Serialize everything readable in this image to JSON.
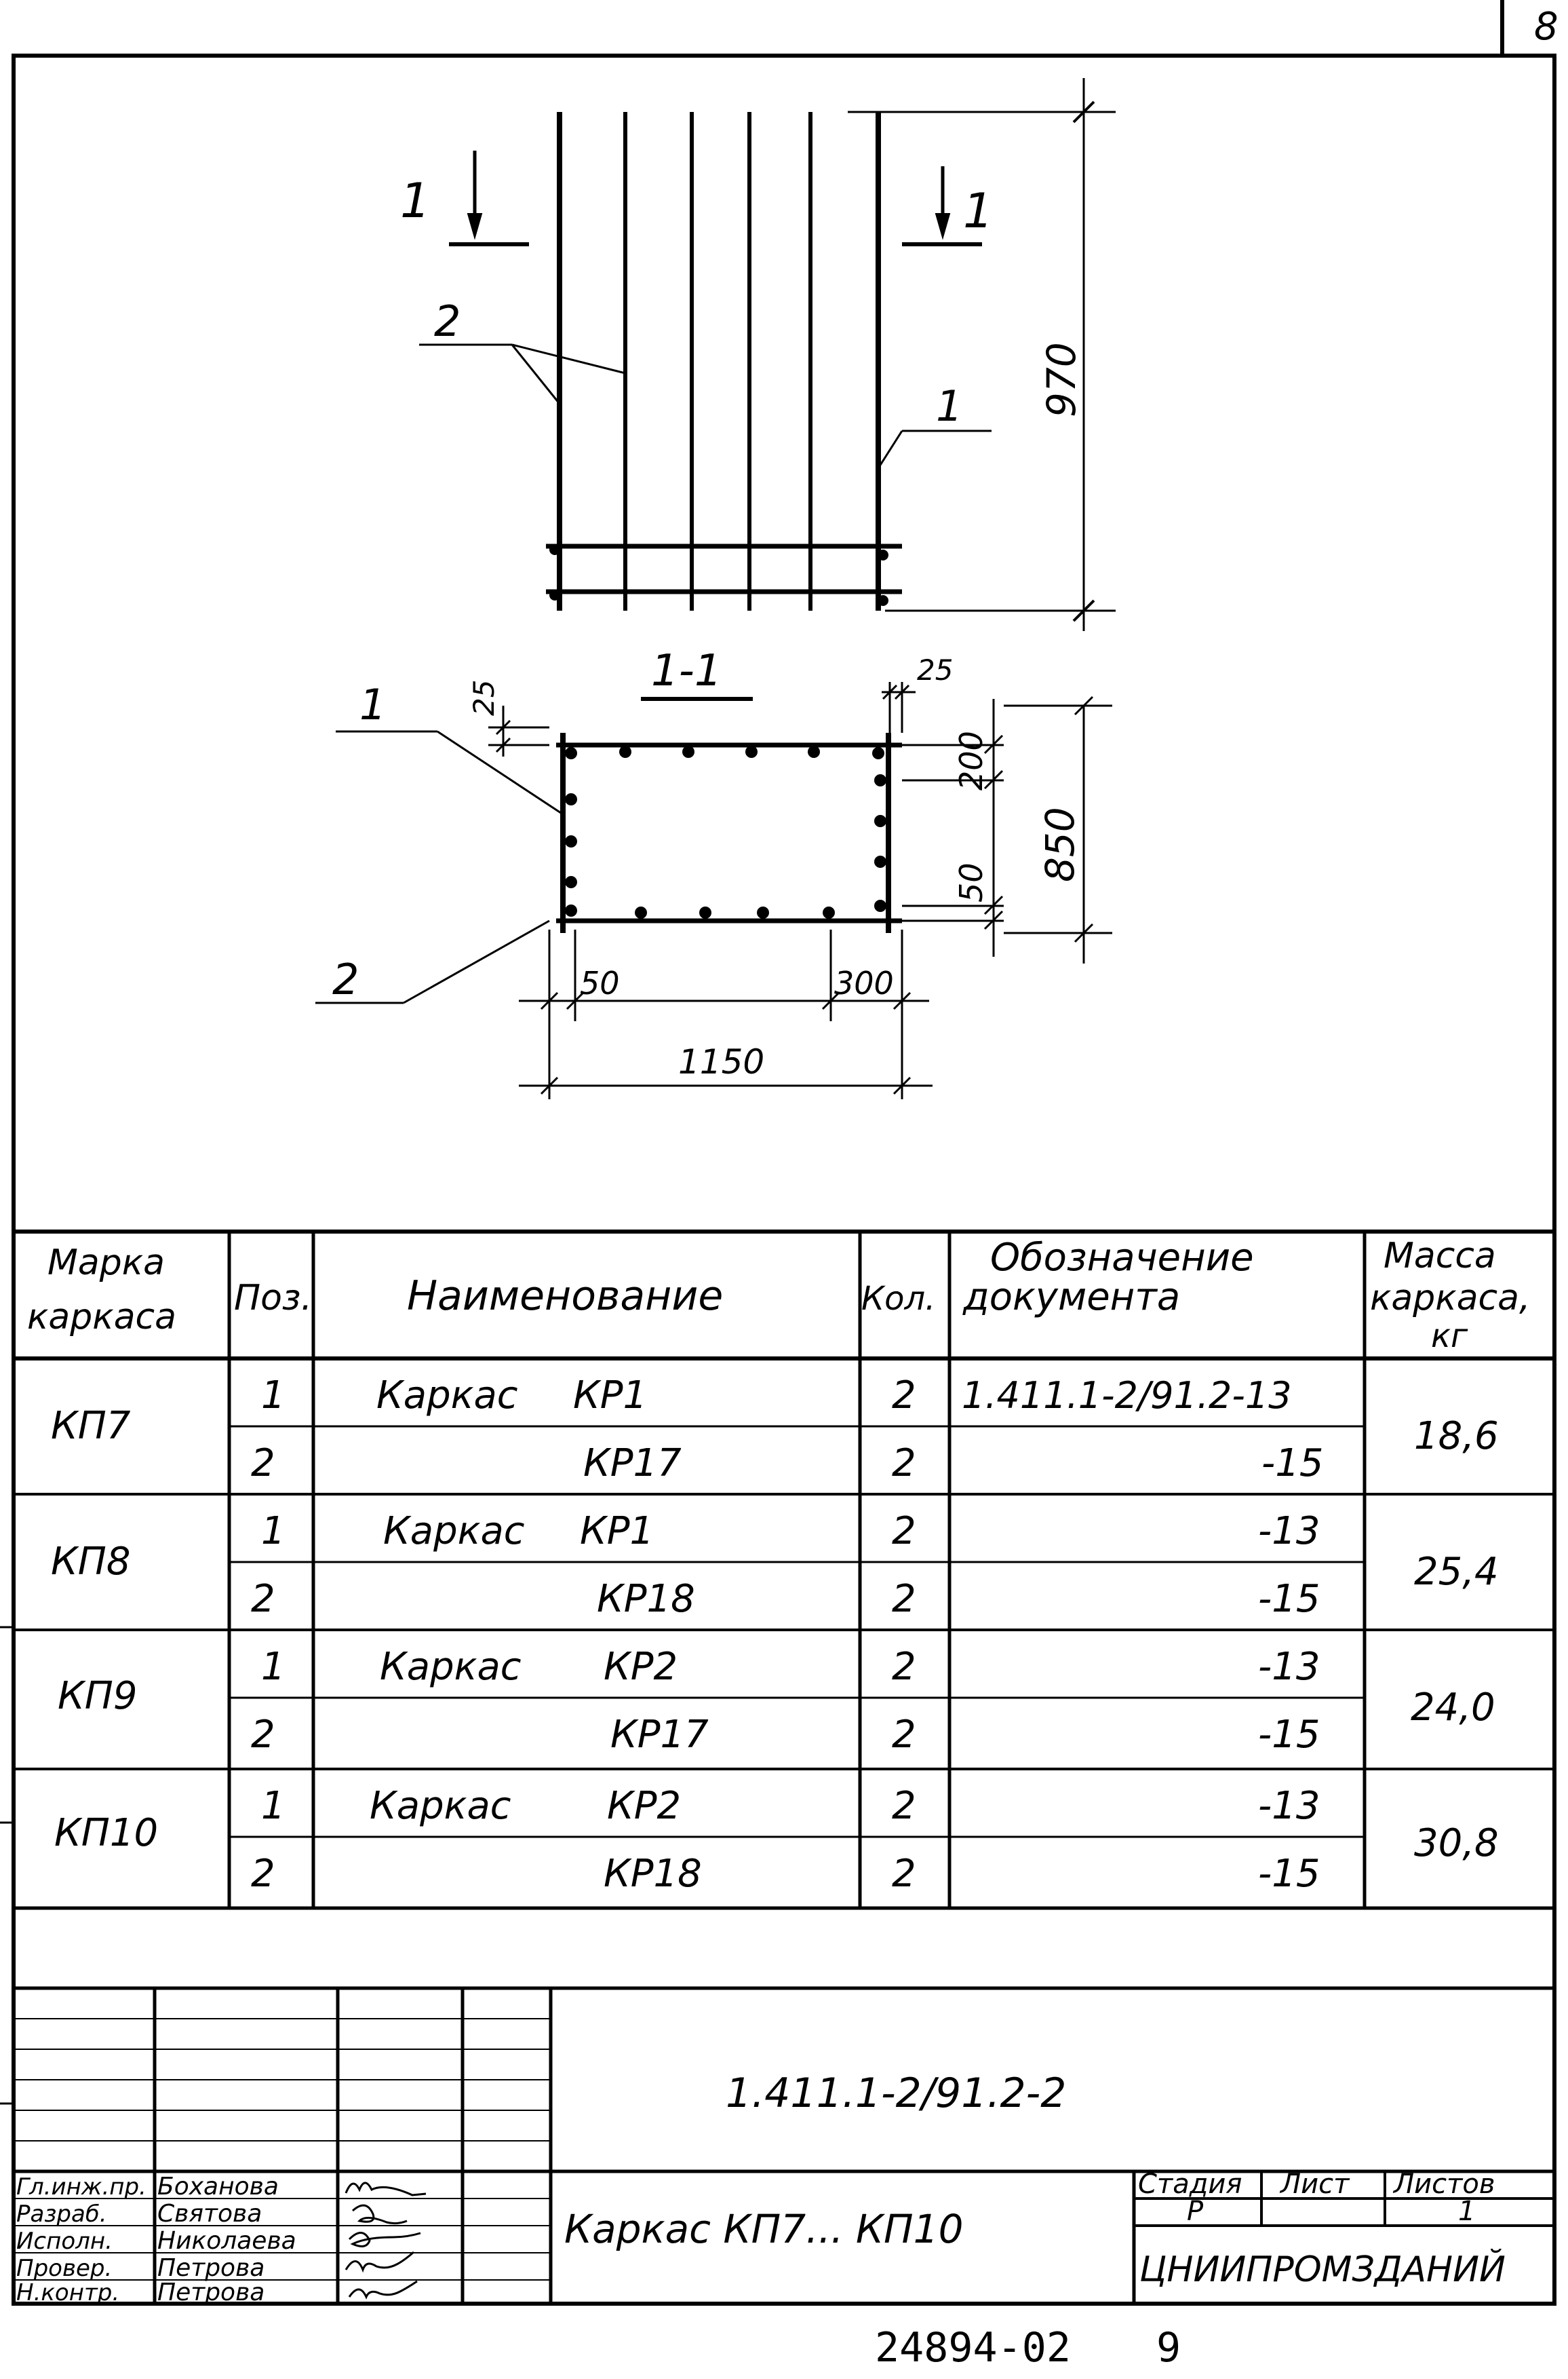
{
  "sheet": {
    "page_number": "8",
    "bottom_number": "24894-02",
    "bottom_index": "9"
  },
  "drawing": {
    "section_marker_left": "1",
    "section_marker_right": "1",
    "pos_label_2": "2",
    "pos_label_1": "1",
    "dim_height_elevation": "970",
    "section_title": "1-1",
    "section_pos_1": "1",
    "section_pos_2": "2",
    "dim_25_left": "25",
    "dim_25_right": "25",
    "dim_200": "200",
    "dim_850": "850",
    "dim_50_right": "50",
    "dim_50_bottom": "50",
    "dim_300": "300",
    "dim_1150": "1150"
  },
  "spec_table": {
    "headers": {
      "mark": [
        "Марка",
        "каркаса"
      ],
      "pos": "Поз.",
      "name": "Наименование",
      "qty": "Кол.",
      "doc": [
        "Обозначение",
        "документа"
      ],
      "mass": [
        "Масса",
        "каркаса,",
        "кг"
      ]
    },
    "groups": [
      {
        "mark": "КП7",
        "mass": "18,6",
        "rows": [
          {
            "pos": "1",
            "name_prefix": "Каркас",
            "name_code": "КР1",
            "qty": "2",
            "doc": "1.411.1-2/91.2-13"
          },
          {
            "pos": "2",
            "name_prefix": "",
            "name_code": "КР17",
            "qty": "2",
            "doc": "-15"
          }
        ]
      },
      {
        "mark": "КП8",
        "mass": "25,4",
        "rows": [
          {
            "pos": "1",
            "name_prefix": "Каркас",
            "name_code": "КР1",
            "qty": "2",
            "doc": "-13"
          },
          {
            "pos": "2",
            "name_prefix": "",
            "name_code": "КР18",
            "qty": "2",
            "doc": "-15"
          }
        ]
      },
      {
        "mark": "КП9",
        "mass": "24,0",
        "rows": [
          {
            "pos": "1",
            "name_prefix": "Каркас",
            "name_code": "КР2",
            "qty": "2",
            "doc": "-13"
          },
          {
            "pos": "2",
            "name_prefix": "",
            "name_code": "КР17",
            "qty": "2",
            "doc": "-15"
          }
        ]
      },
      {
        "mark": "КП10",
        "mass": "30,8",
        "rows": [
          {
            "pos": "1",
            "name_prefix": "Каркас",
            "name_code": "КР2",
            "qty": "2",
            "doc": "-13"
          },
          {
            "pos": "2",
            "name_prefix": "",
            "name_code": "КР18",
            "qty": "2",
            "doc": "-15"
          }
        ]
      }
    ]
  },
  "title_block": {
    "document_code": "1.411.1-2/91.2-2",
    "title": "Каркас КП7... КП10",
    "stage_label": "Стадия",
    "sheet_label": "Лист",
    "sheets_label": "Листов",
    "stage_value": "Р",
    "sheet_value": "",
    "sheets_value": "1",
    "organization": "ЦНИИПРОМЗДАНИЙ",
    "roles": [
      {
        "role": "Гл.инж.пр.",
        "name": "Боханова"
      },
      {
        "role": "Разраб.",
        "name": "Святова"
      },
      {
        "role": "Исполн.",
        "name": "Николаева"
      },
      {
        "role": "Провер.",
        "name": "Петрова"
      },
      {
        "role": "Н.контр.",
        "name": "Петрова"
      }
    ]
  }
}
